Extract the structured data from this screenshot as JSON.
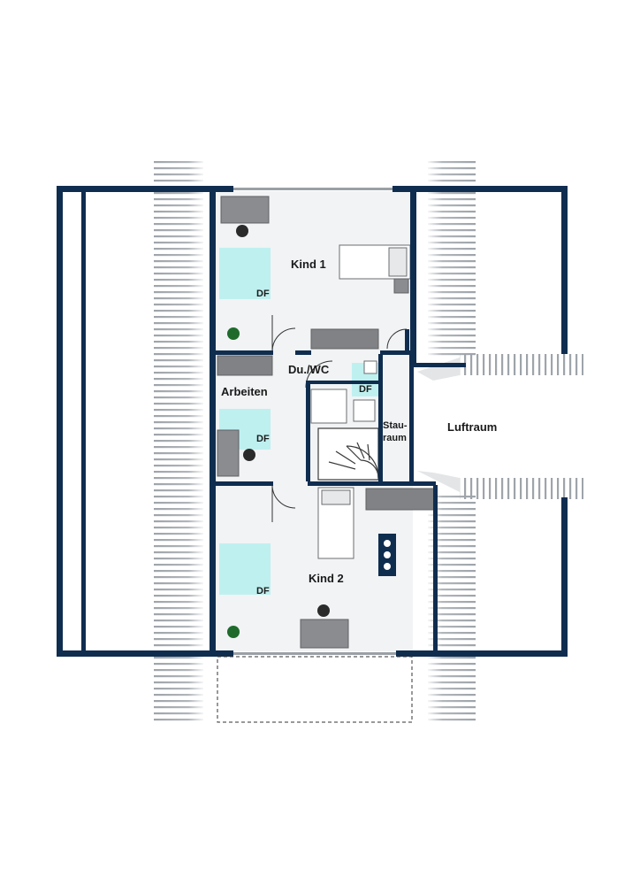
{
  "plan": {
    "rooms": {
      "kind1": "Kind 1",
      "kind2": "Kind 2",
      "arbeiten": "Arbeiten",
      "duwc": "Du./WC",
      "stau_line1": "Stau-",
      "stau_line2": "raum",
      "luftraum": "Luftraum"
    },
    "skylight_label": "DF"
  },
  "colors": {
    "wall": "#0f2d4f",
    "floor": "#f1f3f5",
    "skylight": "#bff0f0",
    "hatch": "#9aa0a6",
    "furniture": "#7d7f82"
  }
}
